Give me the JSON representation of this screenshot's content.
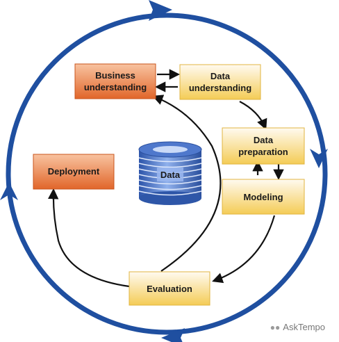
{
  "colors": {
    "ring": "#1f4fa0",
    "orange_top": "#f6b58a",
    "orange_bottom": "#e1662a",
    "yellow_top": "#fff7d6",
    "yellow_bottom": "#f6cf56",
    "arrow": "#111111",
    "cylinder": "#3a67c4"
  },
  "nodes": {
    "business": {
      "line1": "Business",
      "line2": "understanding"
    },
    "data_understanding": {
      "line1": "Data",
      "line2": "understanding"
    },
    "data_preparation": {
      "line1": "Data",
      "line2": "preparation"
    },
    "modeling": {
      "label": "Modeling"
    },
    "evaluation": {
      "label": "Evaluation"
    },
    "deployment": {
      "label": "Deployment"
    }
  },
  "data_store": {
    "label": "Data"
  },
  "watermark": {
    "icon": "wechat-icon",
    "text": "AskTempo"
  }
}
